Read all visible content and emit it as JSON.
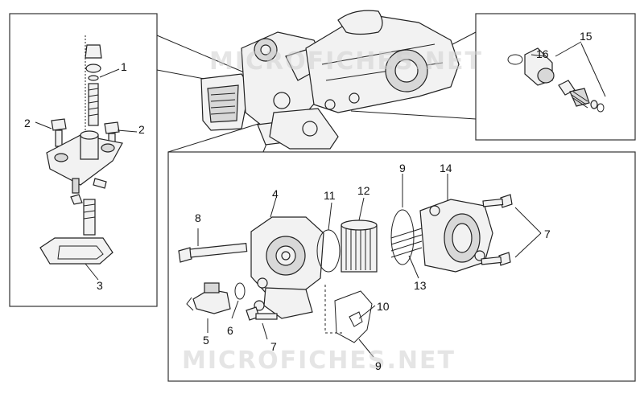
{
  "watermark": "MICROFICHES.NET",
  "callouts": {
    "c1": "1",
    "c2a": "2",
    "c2b": "2",
    "c3": "3",
    "c4": "4",
    "c5": "5",
    "c6": "6",
    "c7a": "7",
    "c7b": "7",
    "c8": "8",
    "c9a": "9",
    "c9b": "9",
    "c10": "10",
    "c11": "11",
    "c12": "12",
    "c13": "13",
    "c14": "14",
    "c15": "15",
    "c16": "16"
  }
}
